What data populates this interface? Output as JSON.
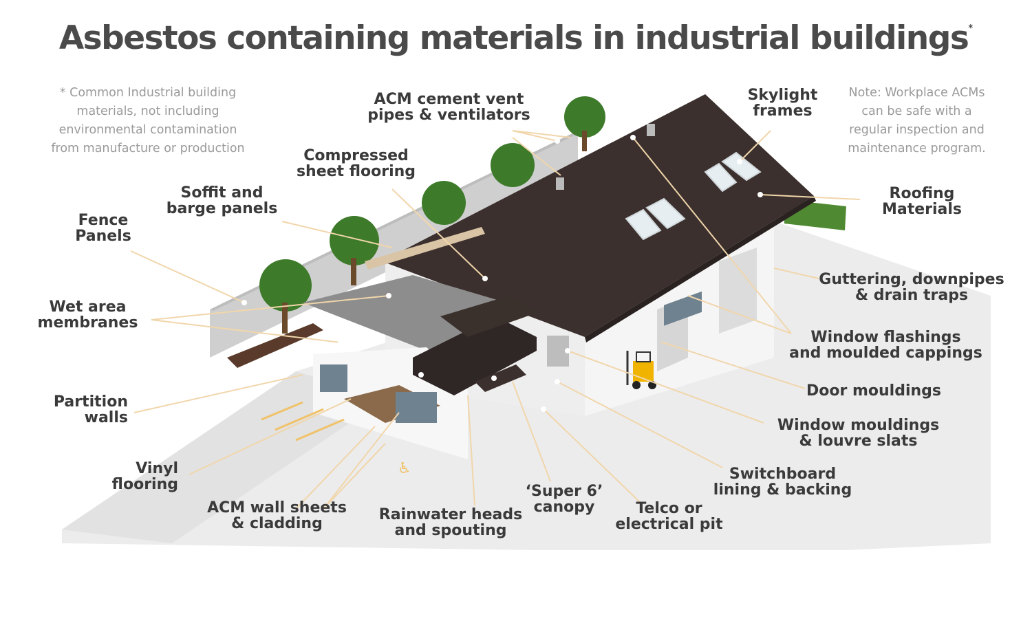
{
  "title": "Asbestos containing materials in industrial buildings",
  "title_mark": "*",
  "note_left": "* Common Industrial building\nmaterials, not including\nenvironmental contamination\nfrom manufacture or production",
  "note_right": "Note: Workplace ACMs\ncan be safe with a\nregular inspection and\nmaintenance program.",
  "labels": {
    "vent_pipes": "ACM cement vent\npipes & ventilators",
    "skylight": "Skylight\nframes",
    "compressed_flooring": "Compressed\nsheet flooring",
    "soffit": "Soffit and\nbarge panels",
    "fence": "Fence\nPanels",
    "roofing": "Roofing\nMaterials",
    "guttering": "Guttering, downpipes\n& drain traps",
    "wet_area": "Wet area\nmembranes",
    "window_flashings": "Window flashings\nand moulded cappings",
    "door_mouldings": "Door mouldings",
    "partition": "Partition\nwalls",
    "window_mouldings": "Window mouldings\n& louvre slats",
    "vinyl": "Vinyl\nflooring",
    "switchboard": "Switchboard\nlining & backing",
    "wall_sheets": "ACM wall sheets\n& cladding",
    "rainwater": "Rainwater heads\nand spouting",
    "super6": "‘Super 6’\ncanopy",
    "telco": "Telco or\nelectrical pit"
  },
  "colors": {
    "roof": "#3b302d",
    "wall": "#f2f2f2",
    "ground": "#e9e9e9",
    "leader": "#f1d6ab",
    "tree": "#3d7a2a",
    "text": "#3a3a3a",
    "note": "#9a9a9a"
  }
}
